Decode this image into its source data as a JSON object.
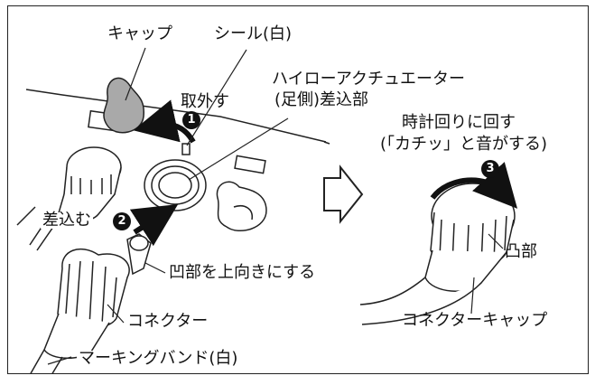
{
  "labels": {
    "cap": "キャップ",
    "seal": "シール(白)",
    "remove": "取外す",
    "socket_line1": "ハイローアクチュエーター",
    "socket_line2": "(足側)差込部",
    "insert": "差込む",
    "notch_up": "凹部を上向きにする",
    "connector": "コネクター",
    "marking_band": "マーキングバンド(白)",
    "turn_line1": "時計回りに回す",
    "turn_line2": "(「カチッ」と音がする)",
    "protrusion": "凸部",
    "connector_cap": "コネクターキャップ"
  },
  "steps": [
    "1",
    "2",
    "3"
  ],
  "colors": {
    "ink": "#111111",
    "cap_fill": "#a9a9a9",
    "background": "#ffffff"
  }
}
